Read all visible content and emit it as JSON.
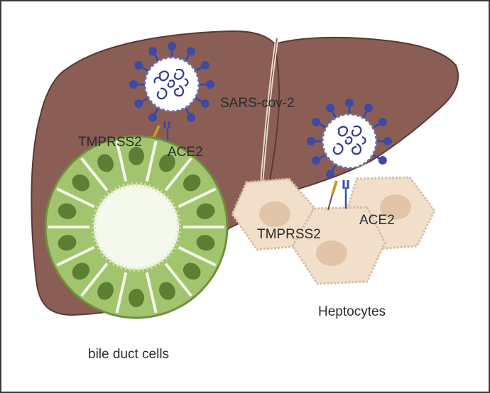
{
  "labels": {
    "virus": "SARS-cov-2",
    "tmprss2_bile": "TMPRSS2",
    "ace2_bile": "ACE2",
    "tmprss2_hep": "TMPRSS2",
    "ace2_hep": "ACE2",
    "hepatocytes": "Heptocytes",
    "bile_duct_cells": "bile duct cells"
  },
  "colors": {
    "liver": "#8b5e55",
    "liver_outline": "#5a3a33",
    "bile_cell": "#a3c46e",
    "bile_nucleus": "#5d7f33",
    "lumen": "#f5f8ec",
    "hepatocyte": "#f1dfca",
    "hep_nucleus": "#e2c4a8",
    "virus_spike": "#3d4aa6",
    "virus_rna": "#2e3a8f",
    "tmprss2": "#c59a2b"
  }
}
